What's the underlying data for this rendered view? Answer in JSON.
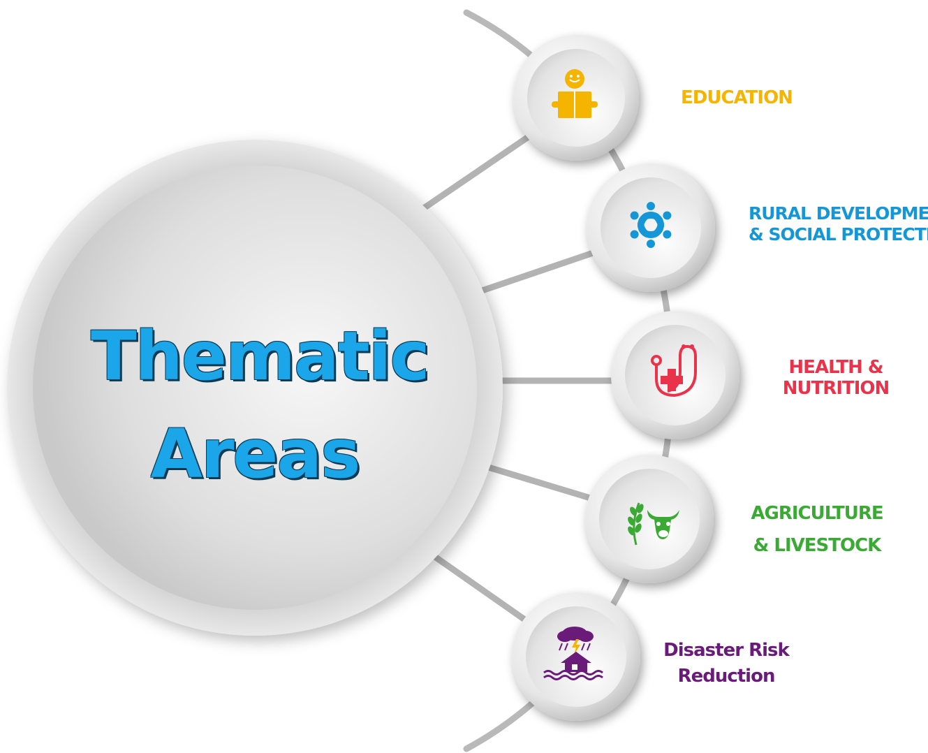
{
  "center": {
    "line1": "Thematic",
    "line2": "Areas",
    "color": "#1aa6e8"
  },
  "areas": [
    {
      "icon": "reading-child-icon",
      "color": "#f5b400",
      "lines": [
        "EDUCATION"
      ]
    },
    {
      "icon": "community-circle-icon",
      "color": "#1596d6",
      "lines": [
        "RURAL DEVELOPMENT",
        "& SOCIAL PROTECTION"
      ]
    },
    {
      "icon": "stethoscope-cross-icon",
      "color": "#e8334a",
      "lines": [
        "HEALTH &",
        "NUTRITION"
      ]
    },
    {
      "icon": "wheat-cow-icon",
      "color": "#3aaa35",
      "lines": [
        "AGRICULTURE",
        "& LIVESTOCK"
      ]
    },
    {
      "icon": "flooded-house-storm-icon",
      "color": "#6a1b7a",
      "lines": [
        "Disaster Risk",
        "Reduction"
      ]
    }
  ]
}
